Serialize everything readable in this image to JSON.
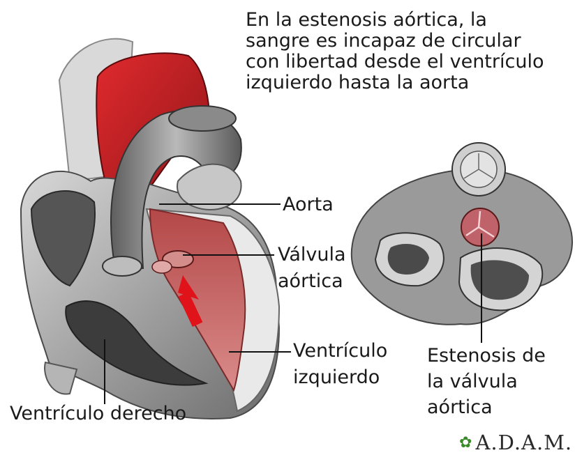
{
  "caption": {
    "lines": [
      "En la estenosis aórtica, la",
      "sangre es incapaz de circular",
      "con libertad desde el ventrículo",
      "izquierdo hasta la aorta"
    ]
  },
  "labels": {
    "aorta": "Aorta",
    "aortic_valve": [
      "Válvula",
      "aórtica"
    ],
    "left_ventricle": [
      "Ventrículo",
      "izquierdo"
    ],
    "right_ventricle": "Ventrículo derecho",
    "stenosis": [
      "Estenosis de",
      "la válvula",
      "aórtica"
    ]
  },
  "logo": {
    "text": "A.D.A.M.",
    "icon": "leaf-icon"
  },
  "colors": {
    "blood_red": "#c8262b",
    "tissue_pink": "#c9706e",
    "gray_tissue": "#8a8a8a"
  }
}
